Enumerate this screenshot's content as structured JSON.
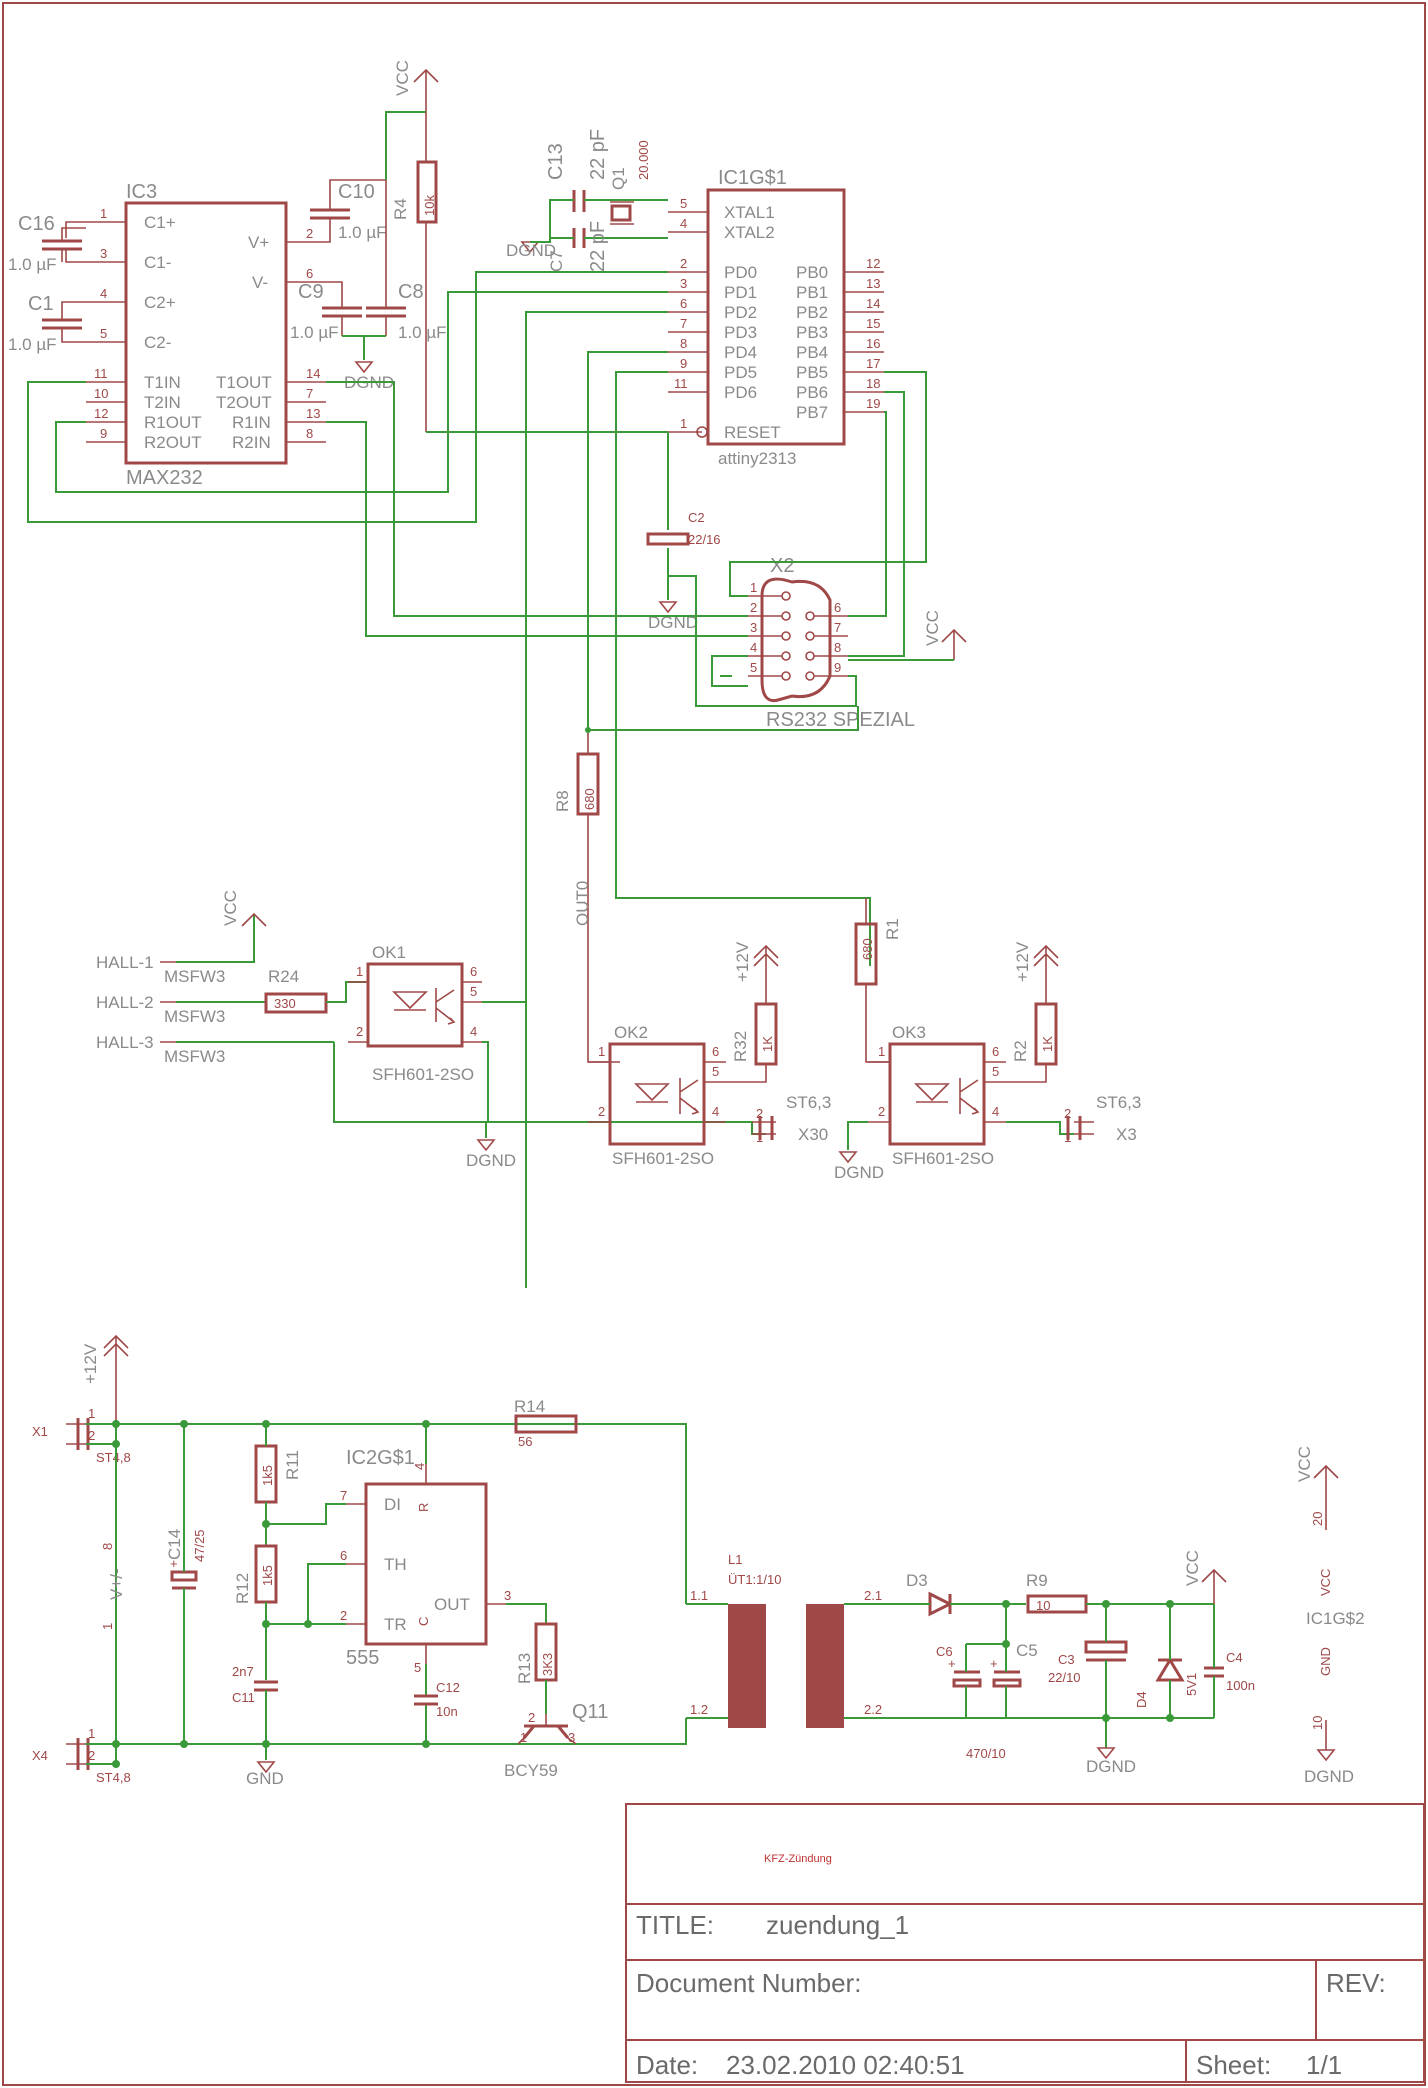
{
  "labels": {
    "ic3": "IC3",
    "max232": "MAX232",
    "c1p": "C1+",
    "c1m": "C1-",
    "c2p": "C2+",
    "c2m": "C2-",
    "vp": "V+",
    "vm": "V-",
    "t1in": "T1IN",
    "t2in": "T2IN",
    "r1out": "R1OUT",
    "r2out": "R2OUT",
    "t1out": "T1OUT",
    "t2out": "T2OUT",
    "r1in": "R1IN",
    "r2in": "R2IN",
    "c16": "C16",
    "c16v": "1.0 µF",
    "c1": "C1",
    "c1v": "1.0 µF",
    "c10": "C10",
    "c10v": "1.0 µF",
    "c9": "C9",
    "c9v": "1.0 µF",
    "c8": "C8",
    "c8v": "1.0 µF",
    "r4": "R4",
    "r4v": "10k",
    "c13": "C13",
    "c13v": "22 pF",
    "c7": "C7",
    "c7v": "22 pF",
    "q1": "Q1",
    "q1v": "20.000",
    "ic1a": "IC1G$1",
    "attiny": "attiny2313",
    "xtal1": "XTAL1",
    "xtal2": "XTAL2",
    "pd0": "PD0",
    "pd1": "PD1",
    "pd2": "PD2",
    "pd3": "PD3",
    "pd4": "PD4",
    "pd5": "PD5",
    "pd6": "PD6",
    "reset": "RESET",
    "pb0": "PB0",
    "pb1": "PB1",
    "pb2": "PB2",
    "pb3": "PB3",
    "pb4": "PB4",
    "pb5": "PB5",
    "pb6": "PB6",
    "pb7": "PB7",
    "c2": "C2",
    "c2v": "22/16",
    "x2": "X2",
    "rs232": "RS232 SPEZIAL",
    "vcc": "VCC",
    "dgnd": "DGND",
    "gnd": "GND",
    "p12v": "+12V",
    "r8": "R8",
    "r8v": "680",
    "out0": "OUT0",
    "hall1": "HALL-1",
    "hall2": "HALL-2",
    "hall3": "HALL-3",
    "msfw3": "MSFW3",
    "r24": "R24",
    "r24v": "330",
    "ok1": "OK1",
    "ok2": "OK2",
    "ok3": "OK3",
    "sfh": "SFH601-2SO",
    "r32": "R32",
    "r32v": "1K",
    "r2": "R2",
    "r2v": "1K",
    "r1": "R1",
    "r1v": "680",
    "st63": "ST6,3",
    "x30": "X30",
    "x3": "X3",
    "x1": "X1",
    "x4": "X4",
    "st48": "ST4,8",
    "vpm": "V+/-",
    "n8": "8",
    "n1": "1",
    "c14": "C14",
    "c14v": "47/25",
    "r11": "R11",
    "r11v": "1k5",
    "r12": "R12",
    "r12v": "1k5",
    "c11": "C11",
    "c11v": "2n7",
    "ic2": "IC2G$1",
    "n555": "555",
    "di": "DI",
    "th": "TH",
    "tr": "TR",
    "out": "OUT",
    "r": "R",
    "c": "C",
    "c12": "C12",
    "c12v": "10n",
    "r14": "R14",
    "r14v": "56",
    "r13": "R13",
    "r13v": "3K3",
    "q11": "Q11",
    "bcy59": "BCY59",
    "l1": "L1",
    "l1v": "ÜT1:1/10",
    "d3": "D3",
    "r9": "R9",
    "r9v": "10",
    "c6": "C6",
    "c5": "C5",
    "c56v": "470/10",
    "c3": "C3",
    "c3v": "22/10",
    "d4": "D4",
    "d4v": "5V1",
    "c4": "C4",
    "c4v": "100n",
    "ic1b": "IC1G$2",
    "n20": "20",
    "n10": "10"
  },
  "title_block": {
    "project": "KFZ-Zündung",
    "title_label": "TITLE:",
    "title": "zuendung_1",
    "doc_label": "Document Number:",
    "rev_label": "REV:",
    "date_label": "Date:",
    "date": "23.02.2010 02:40:51",
    "sheet_label": "Sheet:",
    "sheet": "1/1"
  },
  "colors": {
    "frame": "#a04848",
    "wire": "#3a9a3a",
    "label": "#8a8a8a"
  }
}
